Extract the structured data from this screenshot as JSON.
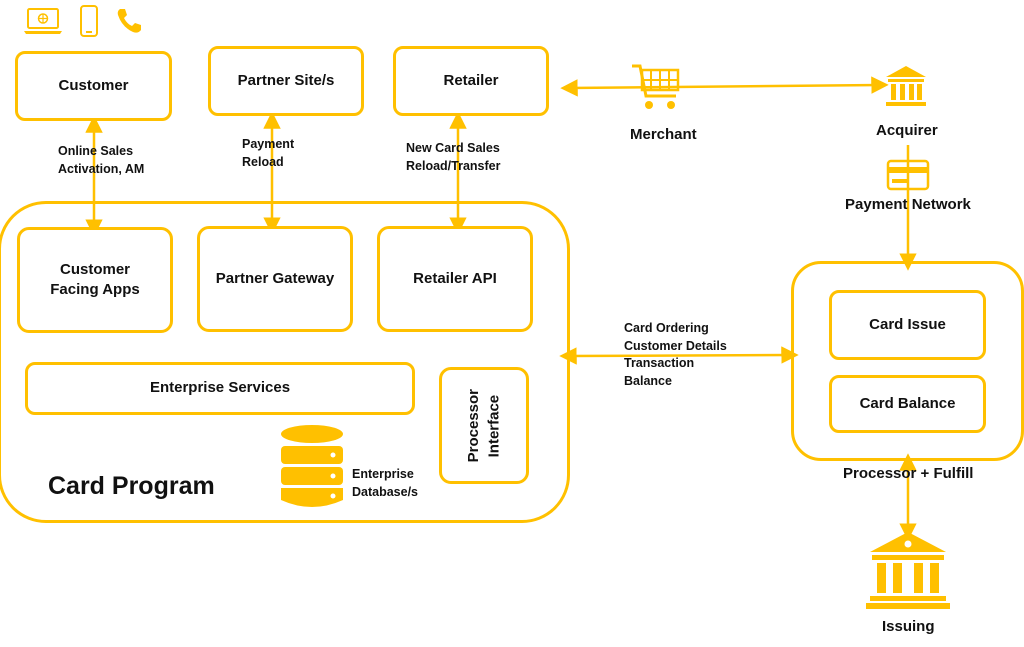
{
  "colors": {
    "accent": "#FFC000",
    "text": "#111111"
  },
  "icons": [
    "laptop-icon",
    "smartphone-icon",
    "phone-handset-icon",
    "shopping-cart-icon",
    "bank-icon",
    "credit-card-icon",
    "database-icon"
  ],
  "top": {
    "customer": "Customer",
    "partner_sites": "Partner Site/s",
    "retailer": "Retailer",
    "merchant": "Merchant",
    "acquirer": "Acquirer",
    "payment_network": "Payment Network"
  },
  "flows": {
    "customer": [
      "Online Sales",
      "Activation, AM"
    ],
    "partner": [
      "Payment",
      "Reload"
    ],
    "retailer": [
      "New Card Sales",
      "Reload/Transfer"
    ],
    "processor": [
      "Card Ordering",
      "Customer Details",
      "Transaction",
      "Balance"
    ]
  },
  "card_program": {
    "title": "Card Program",
    "customer_apps": [
      "Customer",
      "Facing Apps"
    ],
    "partner_gateway": "Partner Gateway",
    "retailer_api": "Retailer API",
    "enterprise_services": "Enterprise Services",
    "processor_interface": [
      "Processor",
      "Interface"
    ],
    "database": [
      "Enterprise",
      "Database/s"
    ]
  },
  "processor": {
    "title": "Processor + Fulfill",
    "card_issue": "Card Issue",
    "card_balance": "Card Balance"
  },
  "issuing": "Issuing"
}
